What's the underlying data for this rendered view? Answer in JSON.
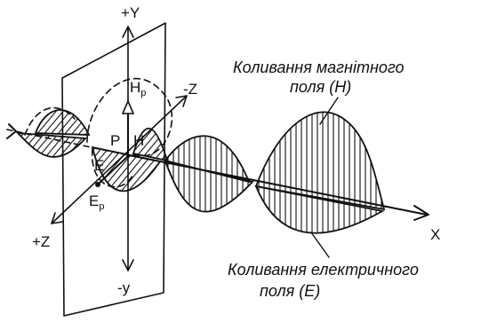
{
  "axes": {
    "plus_y": "+Y",
    "minus_y": "-y",
    "minus_z": "-Z",
    "plus_z": "+Z",
    "x": "X"
  },
  "points": {
    "p": "P",
    "h": "H",
    "e": "E",
    "hp_main": "H",
    "hp_sub": "p",
    "ep_main": "E",
    "ep_sub": "p"
  },
  "captions": {
    "magnetic_line1": "Коливання магнітного",
    "magnetic_line2": "поля (H)",
    "electric_line1": "Коливання електричного",
    "electric_line2": "поля (E)"
  }
}
